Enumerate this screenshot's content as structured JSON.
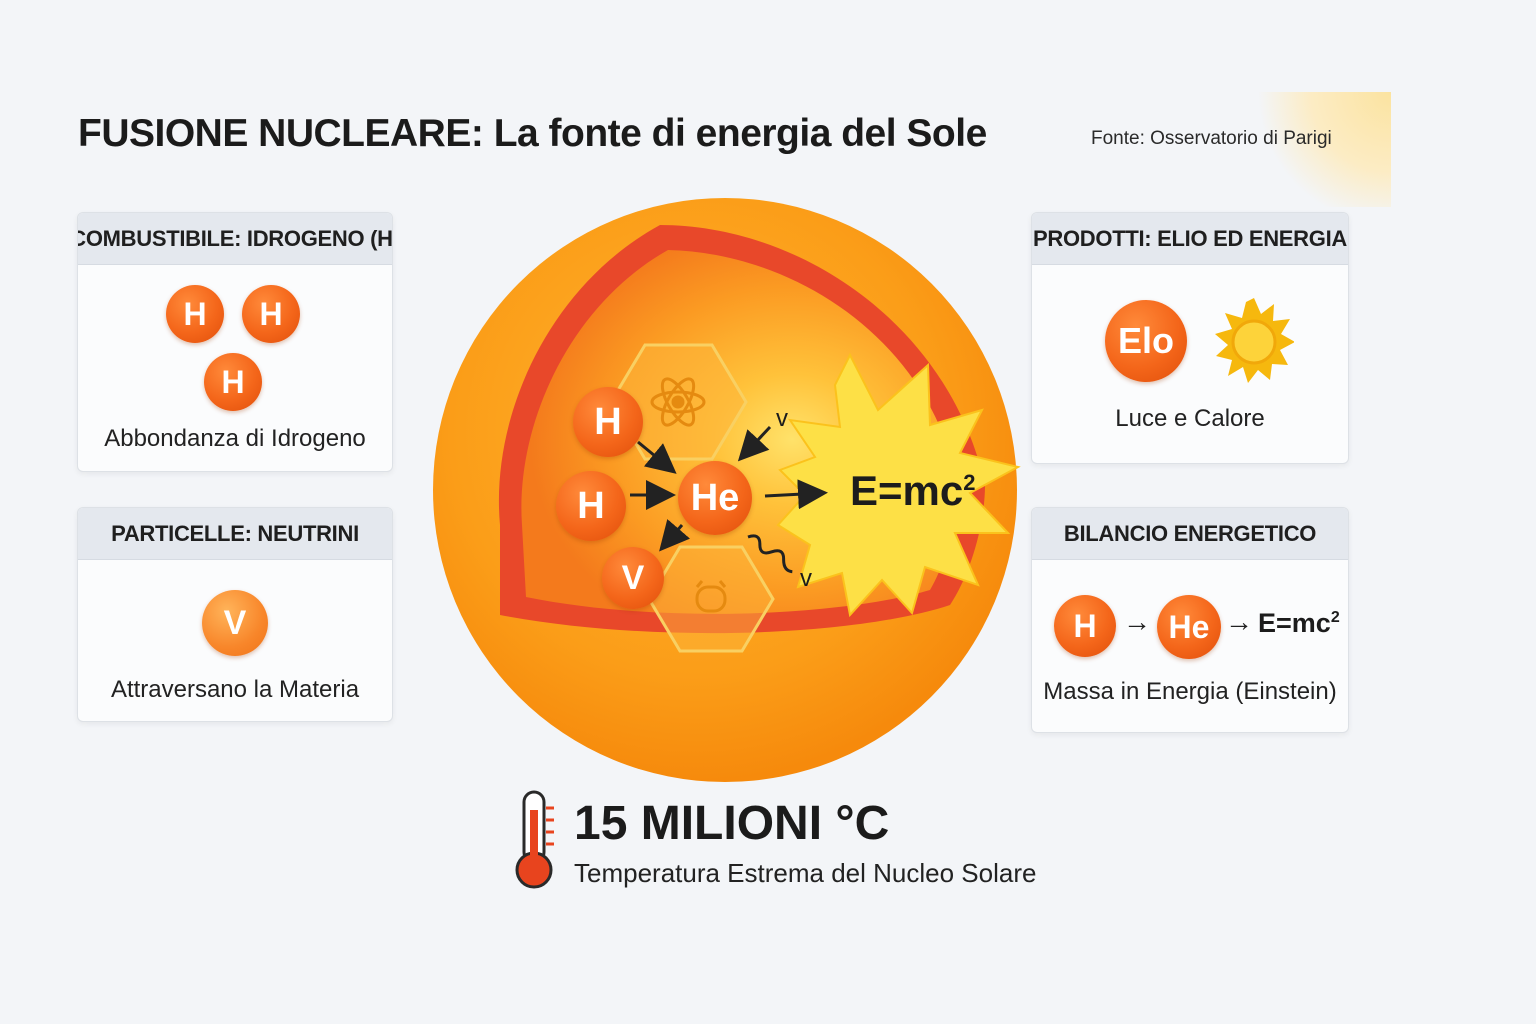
{
  "title": {
    "bold": "FUSIONE NUCLEARE:",
    "rest": "La fonte di energia del Sole"
  },
  "source": "Fonte: Osservatorio di Parigi",
  "cards": {
    "fuel": {
      "header": "COMBUSTIBILE: IDROGENO (H)",
      "atom_label": "H",
      "caption": "Abbondanza di Idrogeno"
    },
    "particles": {
      "header": "PARTICELLE: NEUTRINI",
      "atom_label": "V",
      "caption": "Attraversano la Materia"
    },
    "products": {
      "header": "PRODOTTI: ELIO ED ENERGIA",
      "atom_label": "Elo",
      "caption": "Luce e Calore"
    },
    "balance": {
      "header": "BILANCIO ENERGETICO",
      "from": "H",
      "arrow": "→",
      "to": "He",
      "result": "E=mc",
      "exponent": "2",
      "caption": "Massa in Energia (Einstein)"
    }
  },
  "core": {
    "hydrogen": "H",
    "helium": "He",
    "neutrino": "V",
    "neutrino_small": "v",
    "equation": "E=mc",
    "exponent": "2"
  },
  "temperature": {
    "value": "15 MILIONI °C",
    "label": "Temperatura Estrema del Nucleo Solare"
  },
  "colors": {
    "orange": "#f4661a",
    "sun_outer": "#fb9a16",
    "sun_rim": "#e8482a",
    "burst": "#fde046",
    "thermometer": "#e8441e"
  }
}
